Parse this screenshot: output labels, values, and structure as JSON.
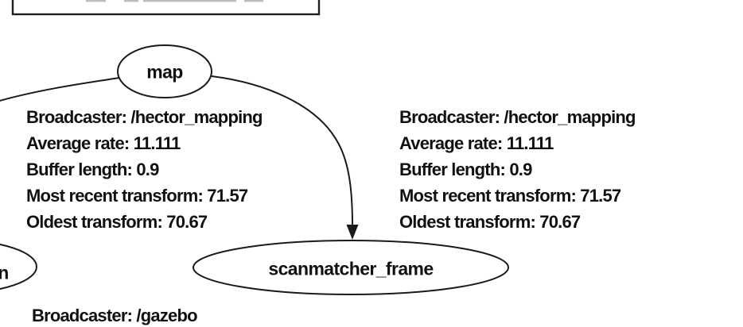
{
  "colors": {
    "ink": "#1a1a1a",
    "background": "#ffffff",
    "text": "#111111"
  },
  "nodes": {
    "map": {
      "label": "map"
    },
    "scanmatcher": {
      "label": "scanmatcher_frame"
    },
    "left_partial": {
      "visible_fragment": "n"
    }
  },
  "edge_labels": {
    "map_to_left": {
      "lines": [
        "Broadcaster: /hector_mapping",
        "Average rate: 11.111",
        "Buffer length: 0.9",
        "Most recent transform: 71.57",
        "Oldest transform: 70.67"
      ]
    },
    "map_to_scanmatcher": {
      "lines": [
        "Broadcaster: /hector_mapping",
        "Average rate: 11.111",
        "Buffer length: 0.9",
        "Most recent transform: 71.57",
        "Oldest transform: 70.67"
      ]
    },
    "gazebo_edge": {
      "lines": [
        "Broadcaster: /gazebo"
      ]
    }
  }
}
